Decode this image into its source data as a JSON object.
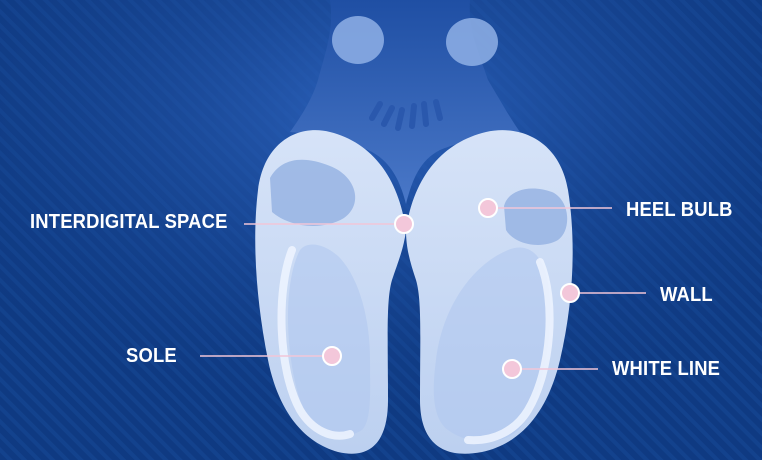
{
  "labels": {
    "interdigital_space": "INTERDIGITAL SPACE",
    "sole": "SOLE",
    "heel_bulb": "HEEL BULB",
    "wall": "WALL",
    "white_line": "WHITE LINE"
  },
  "colors": {
    "background": "#0f3a82",
    "hoof_fill": "#c9d9f4",
    "hoof_shadow": "#8faee0",
    "skin": "#3a68b8",
    "marker": "#f3c7da",
    "leader_line": "#f1c6d8",
    "label_text": "#ffffff"
  },
  "icons": {
    "marker": "pink-dot-marker"
  }
}
